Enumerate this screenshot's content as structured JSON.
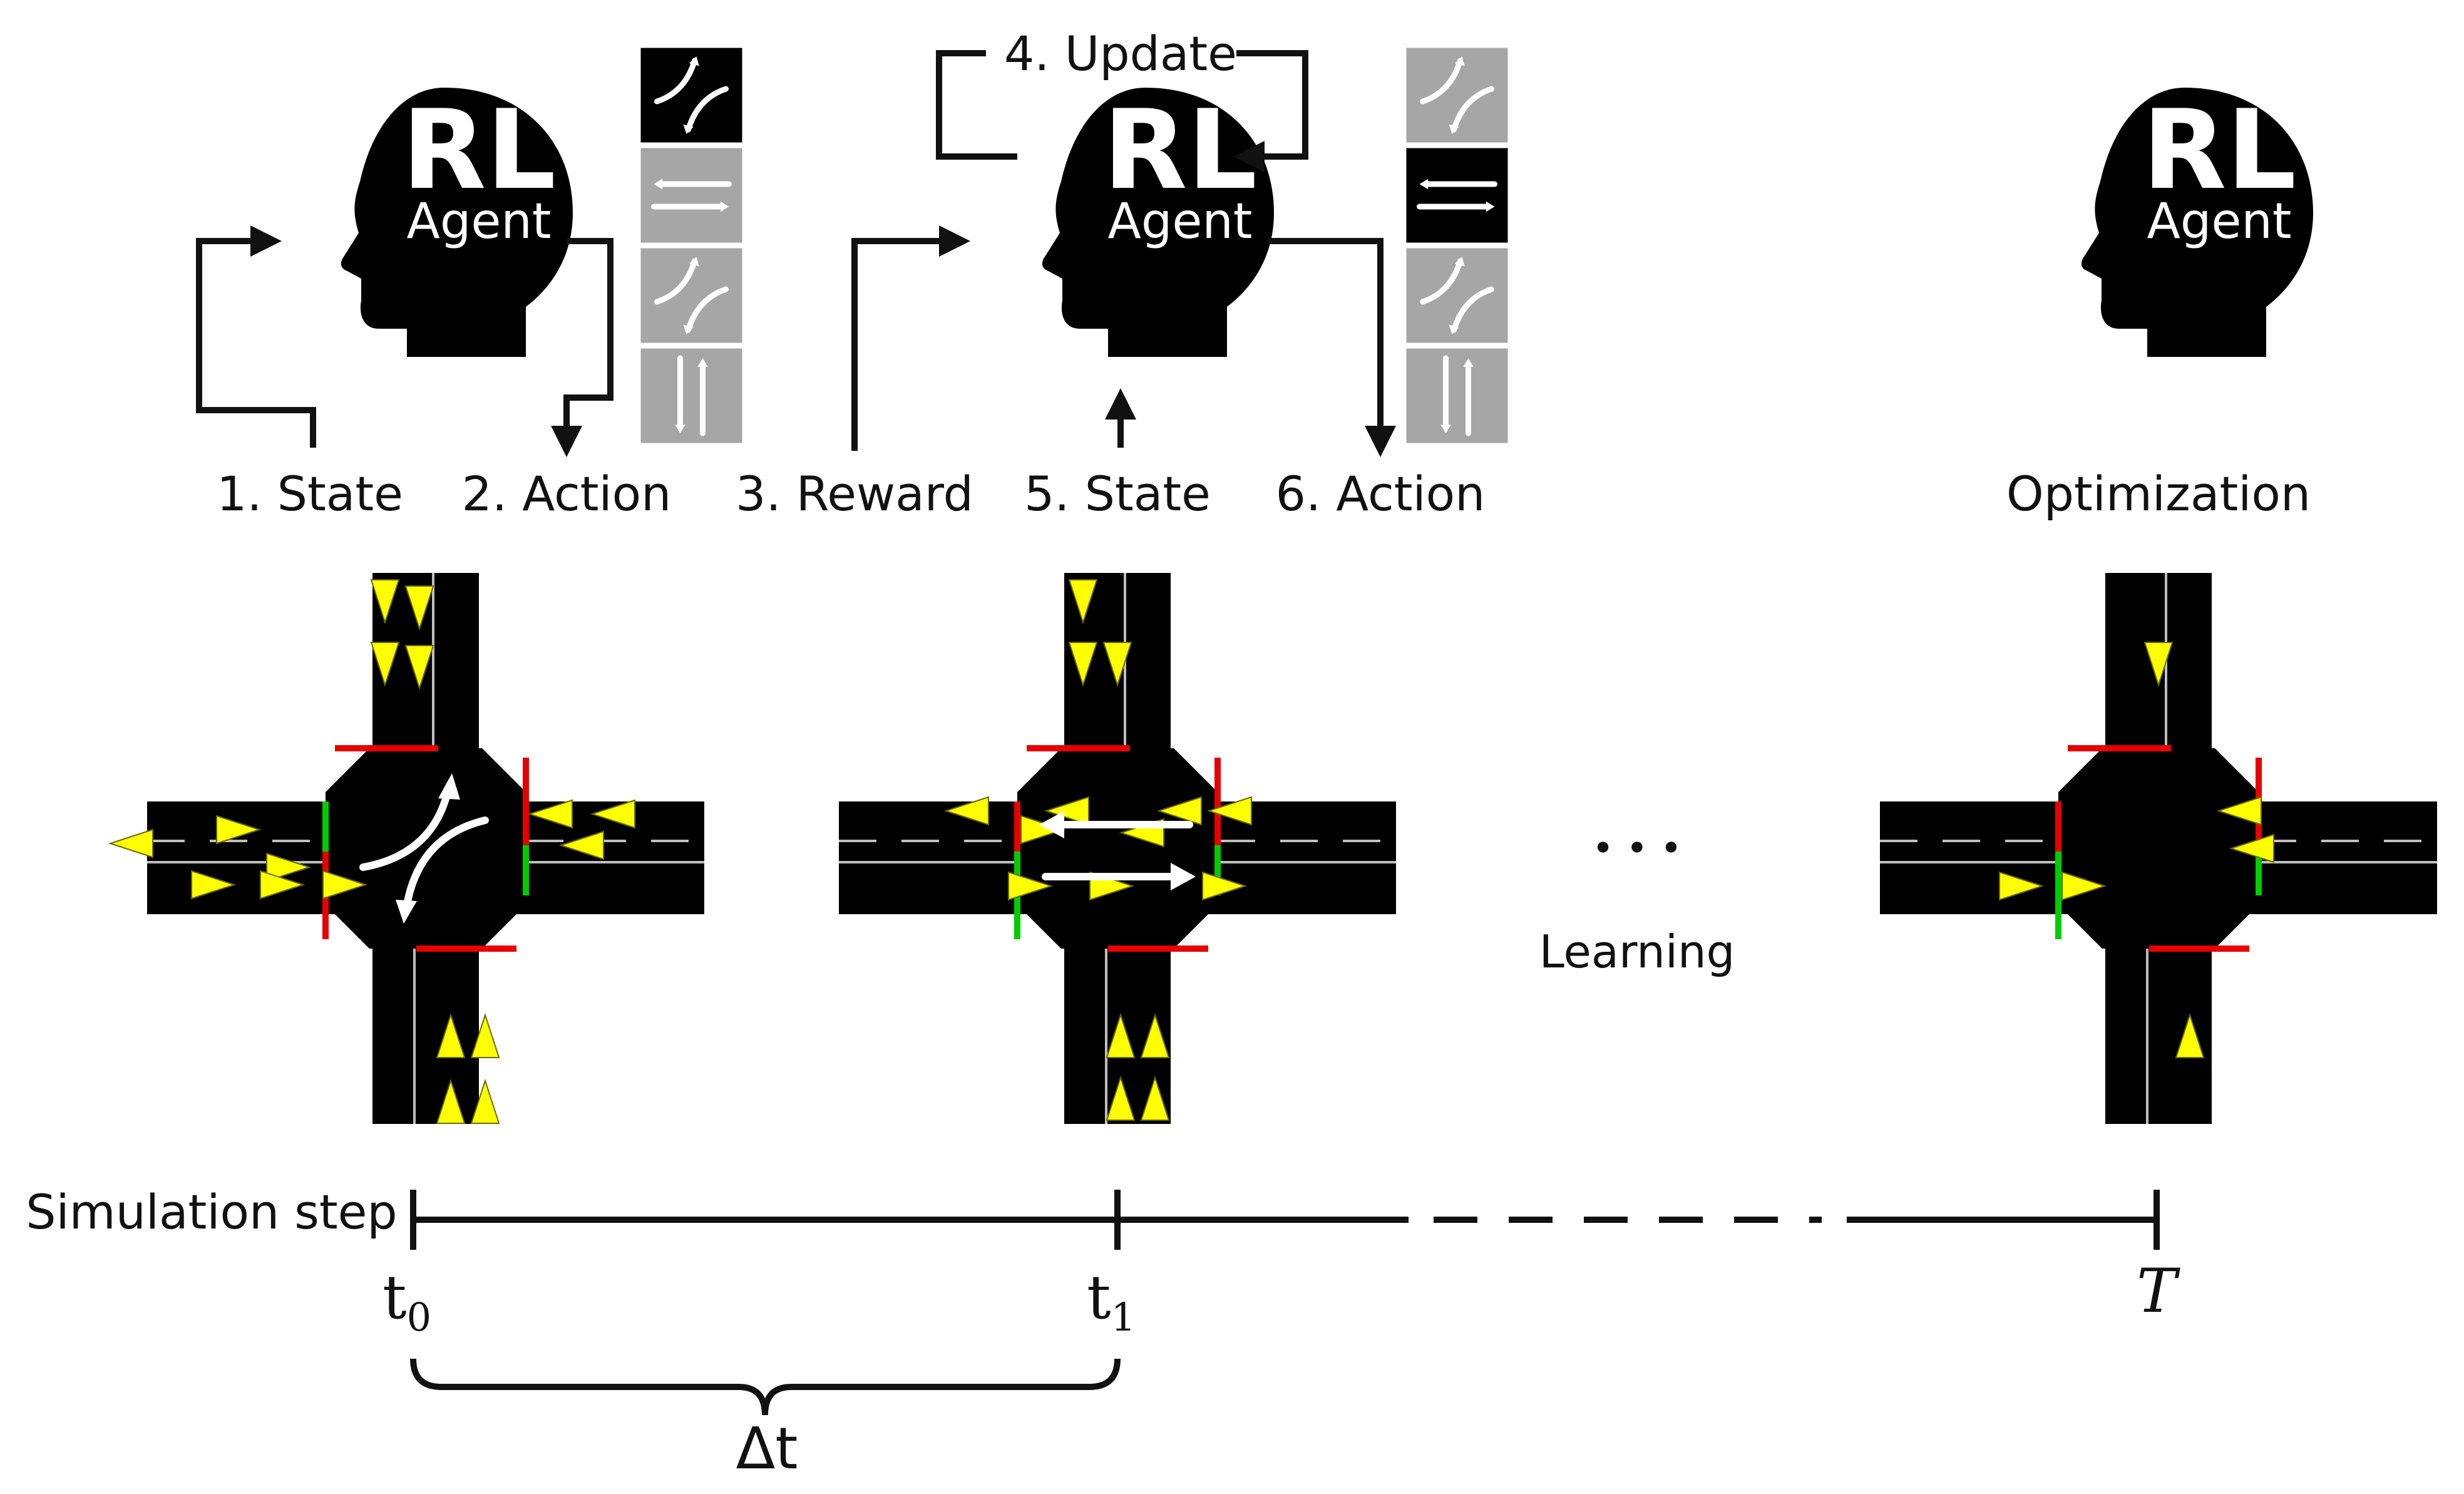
{
  "colors": {
    "stroke": "#111111",
    "road": "#000000",
    "lane_line": "#bfbfbf",
    "vehicle": "#ffff00",
    "vehicle_outline": "#6b6b00",
    "signal_red": "#e60000",
    "signal_green": "#00cc00",
    "panel_inactive": "#a6a6a6",
    "panel_active": "#000000",
    "arrow_light": "#ffffff"
  },
  "agents": [
    {
      "id": "agent-1",
      "title": "RL",
      "subtitle": "Agent"
    },
    {
      "id": "agent-2",
      "title": "RL",
      "subtitle": "Agent"
    },
    {
      "id": "agent-3",
      "title": "RL",
      "subtitle": "Agent"
    }
  ],
  "steps": {
    "state1": "1. State",
    "action2": "2. Action",
    "reward3": "3. Reward",
    "update4": "4. Update",
    "state5": "5. State",
    "action6": "6. Action"
  },
  "optimization_label": "Optimization",
  "learning_label": "Learning",
  "ellipsis": "• • •",
  "phase_panels": [
    {
      "phases": [
        "left-turn",
        "through-ew",
        "left-turn-mirror",
        "through-ns"
      ],
      "active": 0
    },
    {
      "phases": [
        "left-turn",
        "through-ew",
        "left-turn-mirror",
        "through-ns"
      ],
      "active": 1
    }
  ],
  "timeline": {
    "label": "Simulation step",
    "ticks": [
      {
        "main": "t",
        "sub": "0"
      },
      {
        "main": "t",
        "sub": "1"
      },
      {
        "main": "T",
        "sub": ""
      }
    ],
    "interval_label": "Δt"
  },
  "intersections": [
    {
      "id": "intersection-t0",
      "signal": "left-turn"
    },
    {
      "id": "intersection-t1",
      "signal": "through-ew"
    },
    {
      "id": "intersection-T",
      "signal": "through-ew"
    }
  ]
}
